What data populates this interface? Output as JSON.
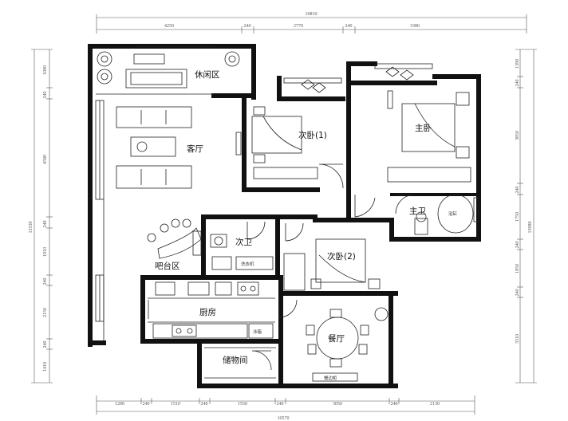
{
  "title": "",
  "dims": {
    "top_total": "10810",
    "top": [
      "4250",
      "240",
      "2770",
      "240",
      "3380"
    ],
    "bottom_total": "10570",
    "bottom": [
      "1290",
      "240",
      "1510",
      "240",
      "1550",
      "240",
      "3050",
      "240",
      "2130"
    ],
    "left_total": "13530",
    "left": [
      "1000",
      "240",
      "4580",
      "240",
      "1910",
      "240",
      "2150",
      "240",
      "1410"
    ],
    "right_total": "13080",
    "right": [
      "1390",
      "240",
      "3850",
      "240",
      "1750",
      "240",
      "1850",
      "240",
      "3310"
    ]
  },
  "rooms": {
    "leisure": "休闲区",
    "living": "客厅",
    "bedroom2_1": "次卧(1)",
    "master_bedroom": "主卧",
    "master_bath": "主卫",
    "second_bath": "次卫",
    "bar": "吧台区",
    "bedroom2_2": "次卧(2)",
    "kitchen": "厨房",
    "dining": "餐厅",
    "storage": "储物间"
  },
  "fixtures": {
    "washer": "洗衣机",
    "fridge": "冰箱",
    "bathtub": "浴缸",
    "sideboard": "餐边柜"
  },
  "colors": {
    "wall": "#111111",
    "line": "#222222",
    "dimension": "#555555"
  }
}
